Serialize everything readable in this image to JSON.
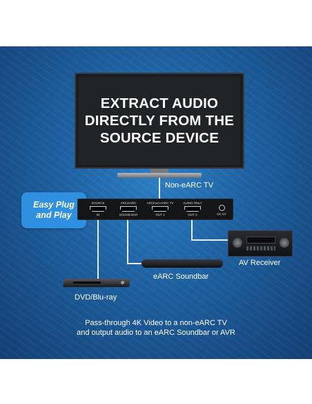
{
  "tv": {
    "headline_line1": "EXTRACT AUDIO",
    "headline_line2": "DIRECTLY FROM THE",
    "headline_line3": "SOURCE DEVICE",
    "label": "Non-eARC TV"
  },
  "badge": {
    "line1": "Easy Plug",
    "line2": "and Play"
  },
  "switch": {
    "ports": [
      {
        "top": "SOURCE",
        "bottom": "IN"
      },
      {
        "top": "ARC/eARC",
        "bottom": "SOUND BAR"
      },
      {
        "top": "ARC/non-eARC TV",
        "bottom": "OUT 1"
      },
      {
        "top": "AUDIO ONLY",
        "bottom": "OUT 2"
      }
    ],
    "dc_label": "DC 5V"
  },
  "devices": {
    "avr_label": "AV Receiver",
    "soundbar_label": "eARC Soundbar",
    "dvd_label": "DVD/Blu-ray"
  },
  "caption": {
    "line1": "Pass-through 4K Video to a non-eARC TV",
    "line2": "and output audio to an eARC Soundbar or AVR"
  },
  "colors": {
    "panel_blue": "#1d5f9f",
    "badge_blue": "#2f8fe0"
  }
}
